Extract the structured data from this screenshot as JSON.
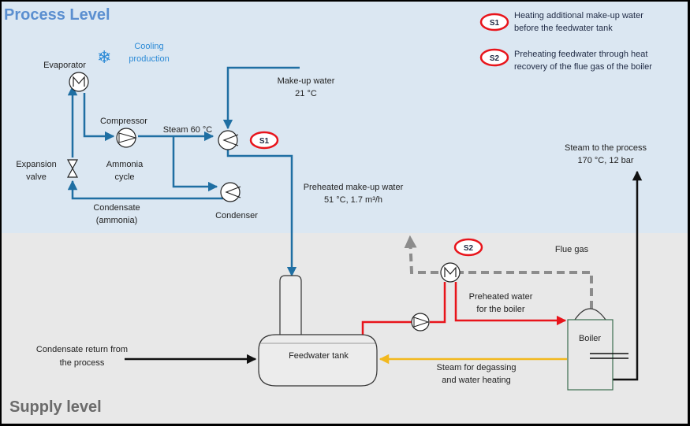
{
  "levels": {
    "process": "Process Level",
    "supply": "Supply level"
  },
  "legend": {
    "s1_tag": "S1",
    "s1_line1": "Heating additional make-up water",
    "s1_line2": "before the feedwater tank",
    "s2_tag": "S2",
    "s2_line1": "Preheating feedwater through heat",
    "s2_line2": "recovery of the flue gas of the boiler"
  },
  "cooling": {
    "line1": "Cooling",
    "line2": "production"
  },
  "labels": {
    "evaporator": "Evaporator",
    "compressor": "Compressor",
    "steam60": "Steam 60 °C",
    "makeup_line1": "Make-up water",
    "makeup_line2": "21 °C",
    "expansion_line1": "Expansion",
    "expansion_line2": "valve",
    "ammonia_line1": "Ammonia",
    "ammonia_line2": "cycle",
    "condensate_line1": "Condensate",
    "condensate_line2": "(ammonia)",
    "condenser": "Condenser",
    "preheated_makeup_line1": "Preheated make-up water",
    "preheated_makeup_line2": "51 °C, 1.7 m³/h",
    "steam_process_line1": "Steam to the process",
    "steam_process_line2": "170 °C, 12 bar",
    "flue_gas": "Flue gas",
    "preheated_boiler_line1": "Preheated water",
    "preheated_boiler_line2": "for the boiler",
    "condensate_return_line1": "Condensate return from",
    "condensate_return_line2": "the process",
    "feedwater_tank": "Feedwater tank",
    "boiler": "Boiler",
    "steam_degassing_line1": "Steam for degassing",
    "steam_degassing_line2": "and water heating"
  },
  "colors": {
    "process_bg": "#dbe7f2",
    "supply_bg": "#e8e8e8",
    "pipe_blue": "#1f6fa3",
    "pipe_red": "#e8141b",
    "pipe_yellow": "#f2b81e",
    "flue_gray": "#8c8c8c",
    "title_blue": "#5b8fd0",
    "title_gray": "#6b6b6b",
    "boiler_stroke": "#3c6e50"
  },
  "icons": {
    "snowflake": "❄"
  }
}
